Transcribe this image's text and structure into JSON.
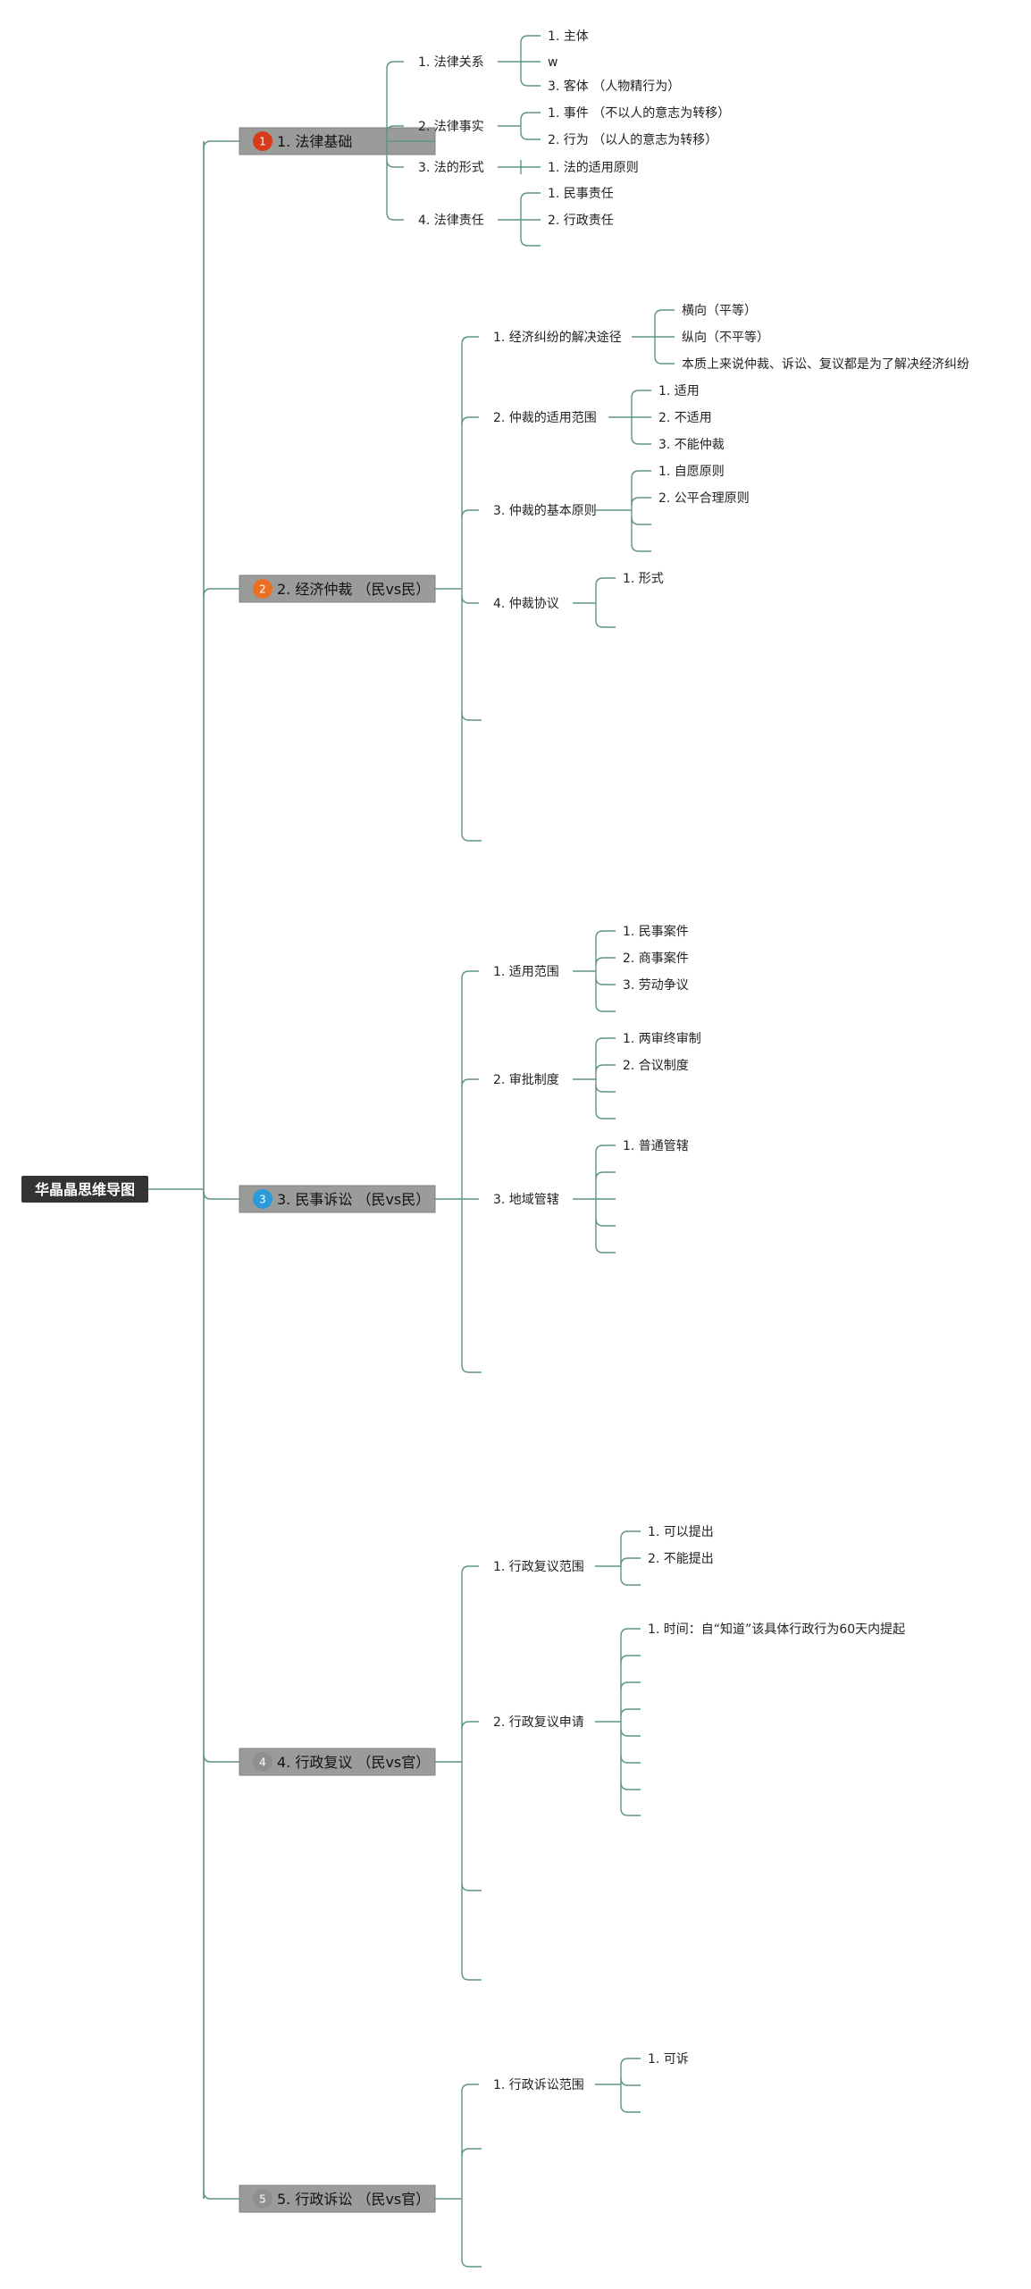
{
  "root": {
    "label": "华晶晶思维导图"
  },
  "colors": {
    "connector": "#5f9384",
    "root_bg": "#333333",
    "root_text": "#ffffff",
    "topic_bg": "#9a9c9a",
    "text": "#222222",
    "badge_red": "#d93a1c",
    "badge_orange": "#ea6f25",
    "badge_blue": "#2a9bd8",
    "badge_gray": "#8f8f8f"
  },
  "topics": [
    {
      "badge_number": "1",
      "badge_color": "#d93a1c",
      "label": "1. 法律基础",
      "subtopics": [
        {
          "label": "1. 法律关系",
          "leaves": [
            "1. 主体",
            "w",
            "3. 客体 （人物精行为）"
          ]
        },
        {
          "label": "2. 法律事实",
          "leaves": [
            "1. 事件 （不以人的意志为转移）",
            "2. 行为 （以人的意志为转移）"
          ]
        },
        {
          "label": "3. 法的形式",
          "leaves": [
            "1. 法的适用原则"
          ]
        },
        {
          "label": "4. 法律责任",
          "leaves": [
            "1. 民事责任",
            "2. 行政责任",
            ""
          ]
        }
      ]
    },
    {
      "badge_number": "2",
      "badge_color": "#ea6f25",
      "label": "2. 经济仲裁 （民vs民）",
      "subtopics": [
        {
          "label": "1. 经济纠纷的解决途径",
          "leaves": [
            "横向（平等）",
            "纵向（不平等）",
            "本质上来说仲裁、诉讼、复议都是为了解决经济纠纷"
          ]
        },
        {
          "label": "2. 仲裁的适用范围",
          "leaves": [
            "1. 适用",
            "2. 不适用",
            "3. 不能仲裁"
          ]
        },
        {
          "label": "3. 仲裁的基本原则",
          "leaves": [
            "1. 自愿原则",
            "2. 公平合理原则",
            "",
            ""
          ]
        },
        {
          "label": "4. 仲裁协议",
          "leaves": [
            "1. 形式",
            ""
          ]
        },
        {
          "label": "",
          "leaves": []
        },
        {
          "label": "",
          "leaves": []
        }
      ]
    },
    {
      "badge_number": "3",
      "badge_color": "#2a9bd8",
      "label": "3. 民事诉讼 （民vs民）",
      "subtopics": [
        {
          "label": "1. 适用范围",
          "leaves": [
            "1. 民事案件",
            "2. 商事案件",
            "3. 劳动争议",
            ""
          ]
        },
        {
          "label": "2. 审批制度",
          "leaves": [
            "1. 两审终审制",
            "2. 合议制度",
            "",
            ""
          ]
        },
        {
          "label": "3. 地域管辖",
          "leaves": [
            "1. 普通管辖",
            "",
            "",
            "",
            ""
          ]
        },
        {
          "label": "",
          "leaves": []
        }
      ]
    },
    {
      "badge_number": "4",
      "badge_color": "#8f8f8f",
      "label": "4. 行政复议 （民vs官）",
      "subtopics": [
        {
          "label": "1. 行政复议范围",
          "leaves": [
            "1. 可以提出",
            "2. 不能提出",
            ""
          ]
        },
        {
          "label": "2. 行政复议申请",
          "leaves": [
            "1. 时间：自“知道”该具体行政行为60天内提起",
            "",
            "",
            "",
            "",
            "",
            "",
            ""
          ]
        },
        {
          "label": "",
          "leaves": []
        },
        {
          "label": "",
          "leaves": []
        }
      ]
    },
    {
      "badge_number": "5",
      "badge_color": "#8f8f8f",
      "label": "5. 行政诉讼 （民vs官）",
      "subtopics": [
        {
          "label": "1. 行政诉讼范围",
          "leaves": [
            "1. 可诉",
            "",
            ""
          ]
        },
        {
          "label": "",
          "leaves": []
        },
        {
          "label": "",
          "leaves": []
        }
      ]
    }
  ]
}
